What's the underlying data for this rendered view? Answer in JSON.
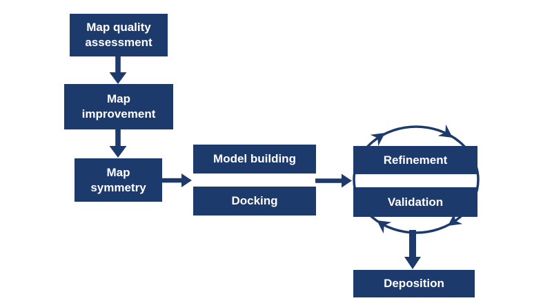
{
  "diagram": {
    "type": "flowchart",
    "boxes": [
      {
        "id": "map-quality-assessment",
        "label": "Map quality assessment"
      },
      {
        "id": "map-improvement",
        "label": "Map improvement"
      },
      {
        "id": "map-symmetry",
        "label": "Map symmetry"
      },
      {
        "id": "model-building",
        "label": "Model building"
      },
      {
        "id": "docking",
        "label": "Docking"
      },
      {
        "id": "refinement",
        "label": "Refinement"
      },
      {
        "id": "validation",
        "label": "Validation"
      },
      {
        "id": "deposition",
        "label": "Deposition"
      }
    ],
    "connections": [
      "Map quality assessment -> Map improvement",
      "Map improvement -> Map symmetry",
      "Map symmetry -> Model building / Docking",
      "Model building / Docking -> Refinement / Validation",
      "Refinement <-> Validation (cycle ellipse)",
      "Refinement / Validation cycle -> Deposition"
    ],
    "colors": {
      "box_fill": "#1c3a6c",
      "arrow": "#1c3a6c",
      "text": "#ffffff",
      "background": "#ffffff"
    }
  }
}
